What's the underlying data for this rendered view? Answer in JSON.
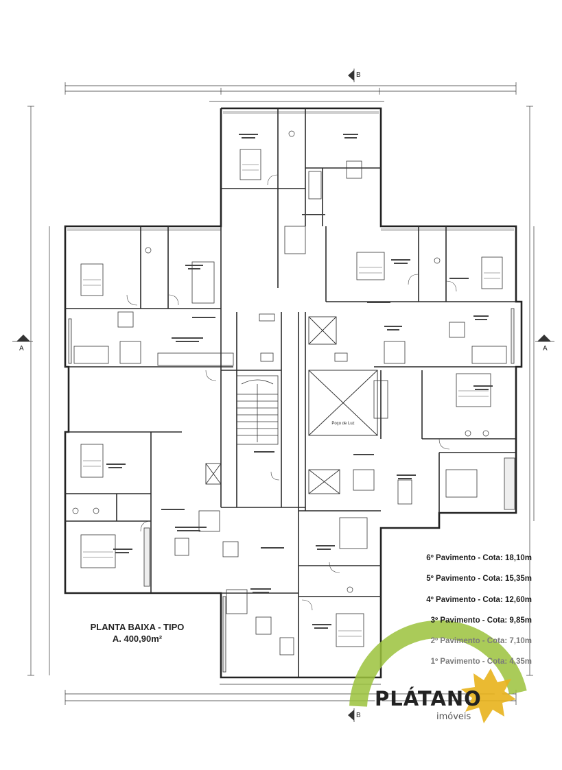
{
  "plan": {
    "title": "PLANTA BAIXA - TIPO",
    "area": "A. 400,90m²",
    "light_well_label": "Poço de Luz"
  },
  "section_marks": {
    "a_left": "A",
    "a_right": "A",
    "b_top": "B",
    "b_bottom": "B"
  },
  "floors": [
    {
      "label": "6º Pavimento - Cota: 18,10m",
      "faded": false
    },
    {
      "label": "5º Pavimento - Cota: 15,35m",
      "faded": false
    },
    {
      "label": "4º Pavimento - Cota: 12,60m",
      "faded": false
    },
    {
      "label": "3º Pavimento - Cota: 9,85m",
      "faded": false
    },
    {
      "label": "2º Pavimento - Cota: 7,10m",
      "faded": true
    },
    {
      "label": "1º Pavimento - Cota: 4,35m",
      "faded": true
    }
  ],
  "logo": {
    "name": "PLÁTANO",
    "subtitle": "imóveis",
    "colors": {
      "green": "#9bc23c",
      "gold": "#e8b21c",
      "dark": "#222222"
    }
  }
}
